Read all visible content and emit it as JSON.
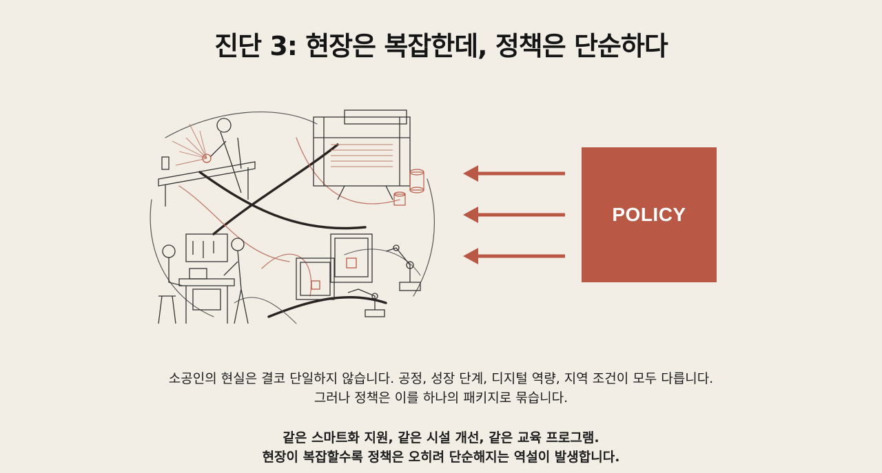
{
  "title": "진단 3: 현장은 복잡한데, 정책은 단순하다",
  "policy_box": {
    "label": "POLICY",
    "color": "#b95844"
  },
  "arrow_color": "#b95844",
  "arrow_count": 3,
  "illustration_icons": [
    "welder-icon",
    "loom-icon",
    "workshop-icon",
    "3d-printer-icon",
    "robot-arm-icon",
    "thread-spool-icon"
  ],
  "body": {
    "line1": "소공인의 현실은 결코 단일하지 않습니다. 공정, 성장 단계, 디지털 역량, 지역 조건이 모두 다릅니다.",
    "line2": "그러나 정책은 이를 하나의 패키지로 묶습니다.",
    "line3": "같은 스마트화 지원, 같은 시설 개선, 같은 교육 프로그램.",
    "line4": "현장이 복잡할수록 정책은 오히려 단순해지는 역설이 발생합니다."
  }
}
